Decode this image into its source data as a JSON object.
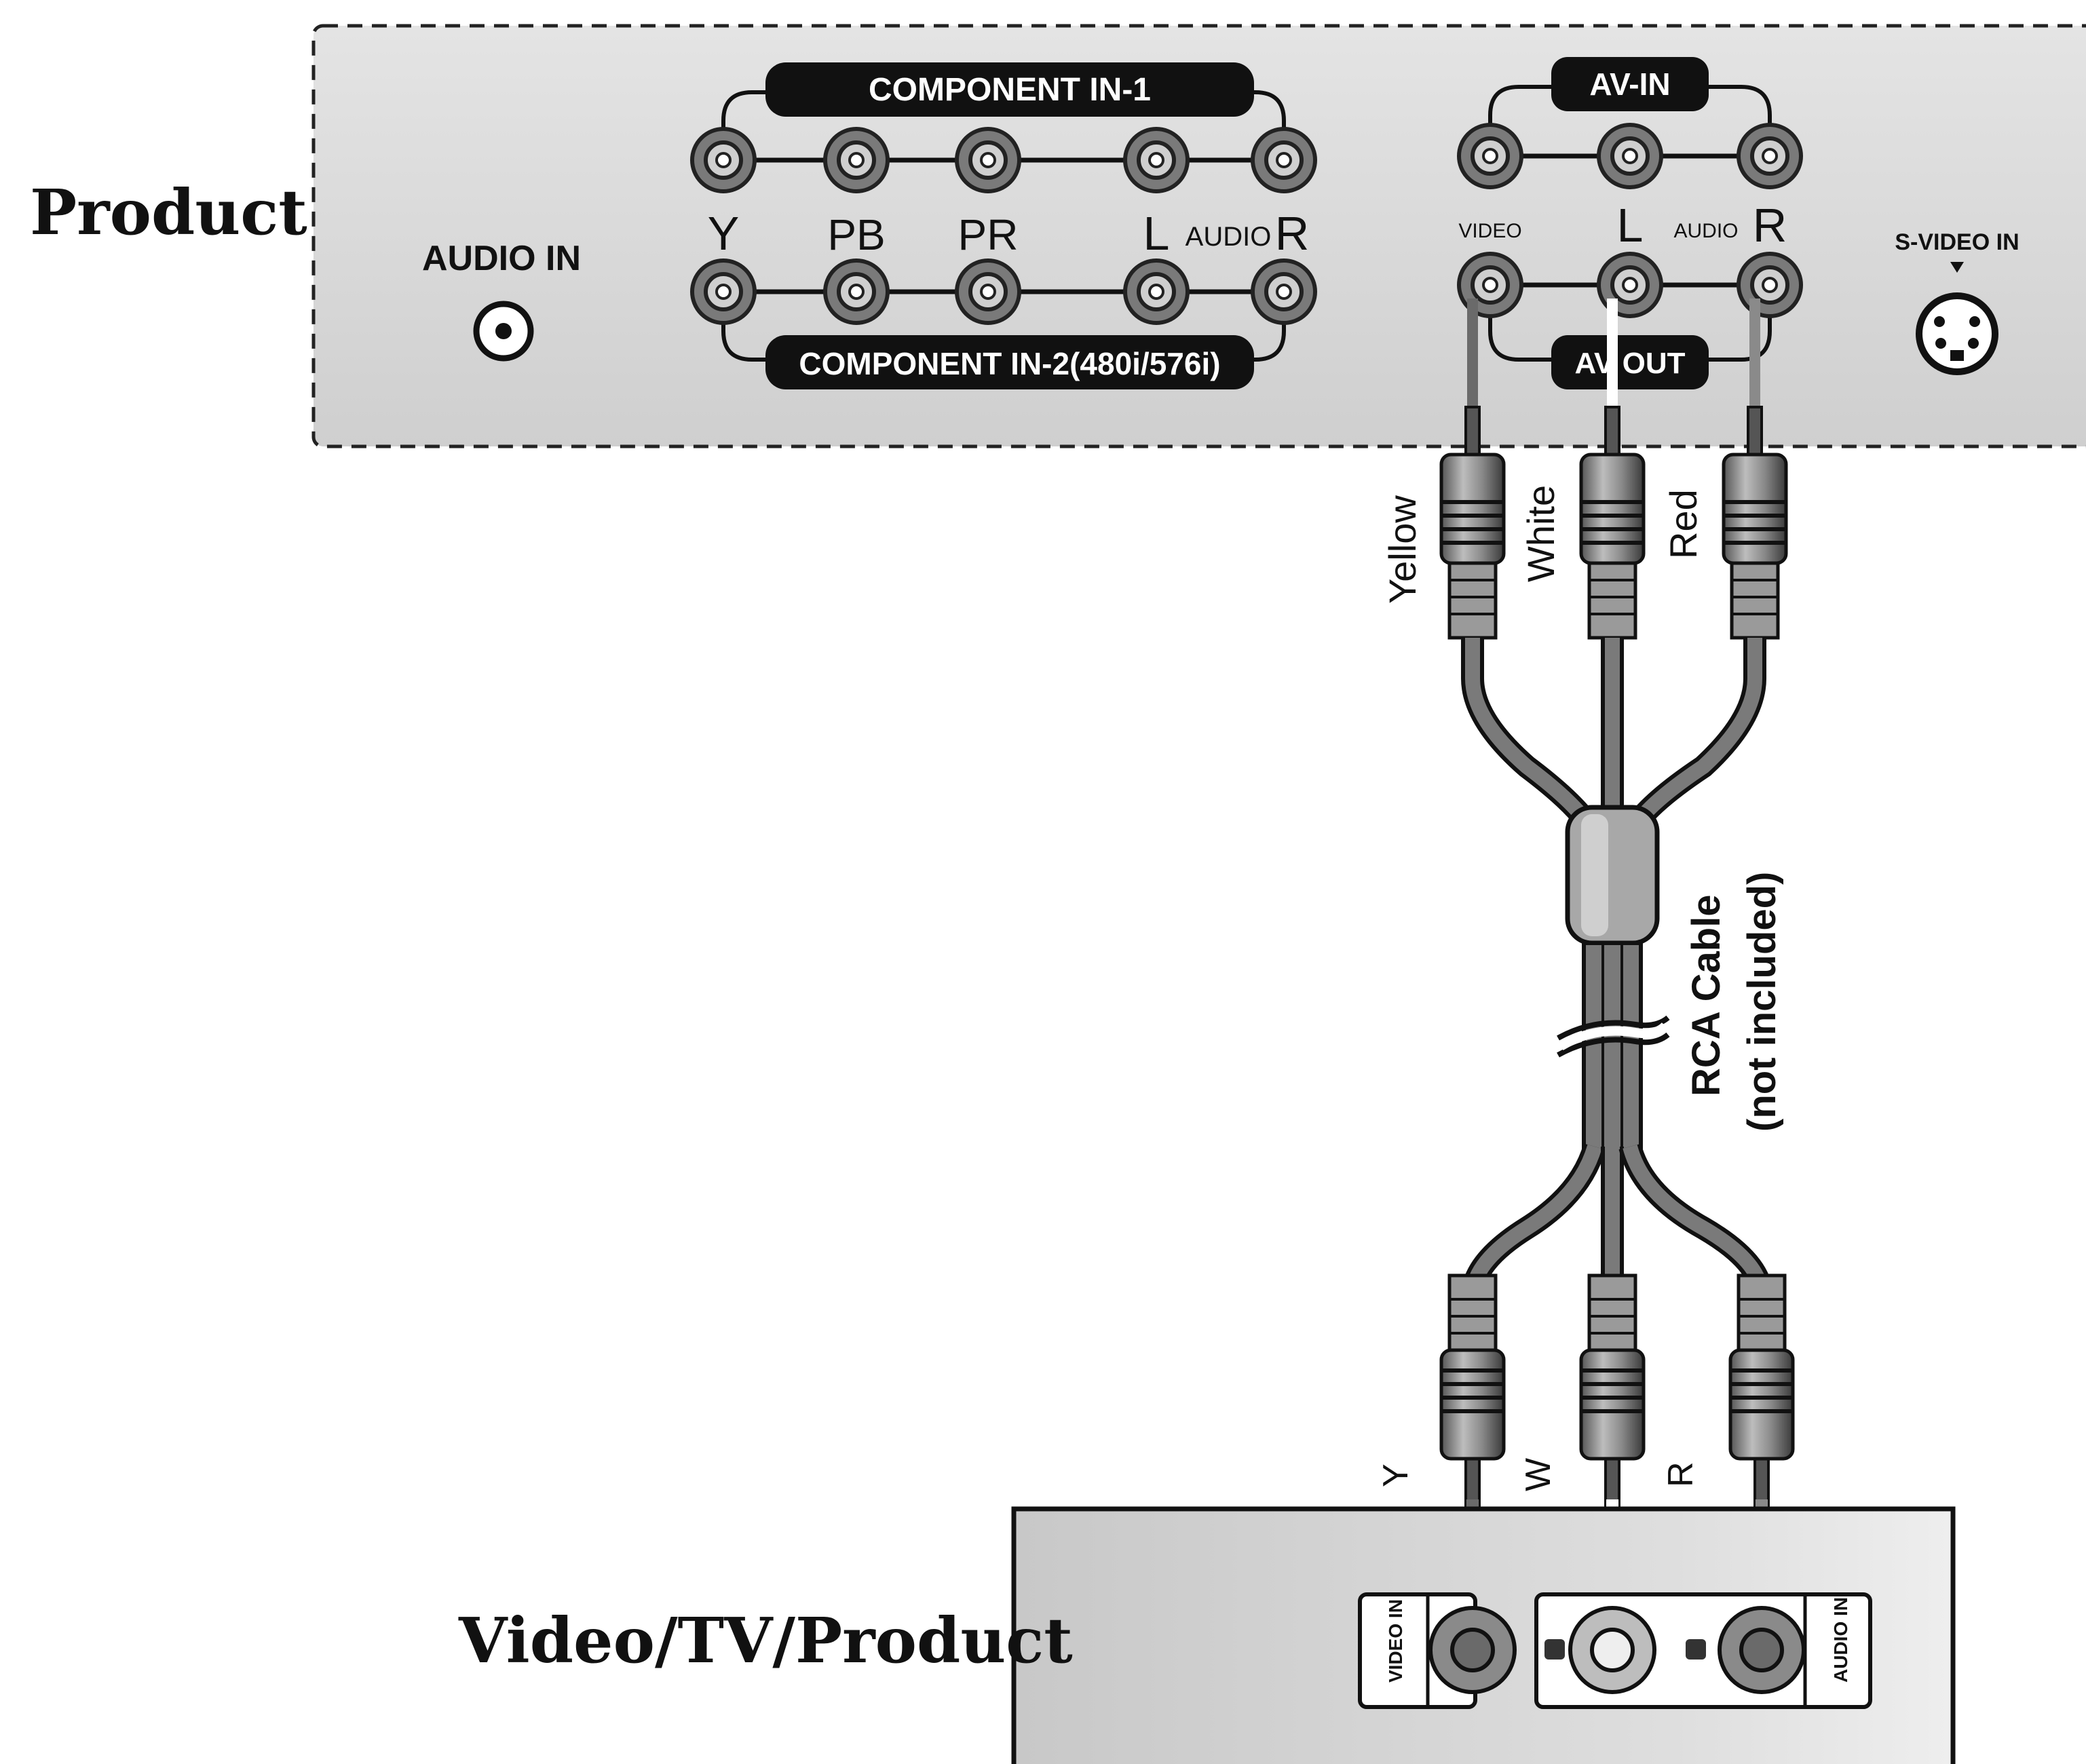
{
  "labels": {
    "product": "Product",
    "video_tv_product": "Video/TV/Product"
  },
  "top_panel": {
    "audio_in": "AUDIO IN",
    "component_in_1": "COMPONENT IN-1",
    "component_in_2": "COMPONENT IN-2(480i/576i)",
    "y": "Y",
    "pb": "PB",
    "pr": "PR",
    "l": "L",
    "audio": "AUDIO",
    "r": "R",
    "av_in": "AV-IN",
    "av_out": "AV OUT",
    "video": "VIDEO",
    "av_l": "L",
    "av_audio": "AUDIO",
    "av_r": "R",
    "s_video_in": "S-VIDEO IN"
  },
  "cable": {
    "yellow": "Yellow",
    "white": "White",
    "red": "Red",
    "rca_cable": "RCA Cable",
    "not_included": "(not included)",
    "y": "Y",
    "w": "W",
    "r": "R"
  },
  "bottom_panel": {
    "video_in": "VIDEO IN",
    "audio_in": "AUDIO IN"
  },
  "colors": {
    "panel_fill": "#dcdcdc",
    "panel_edge": "#333333",
    "cable": "#6a6a6a",
    "white_wire": "#ffffff"
  }
}
